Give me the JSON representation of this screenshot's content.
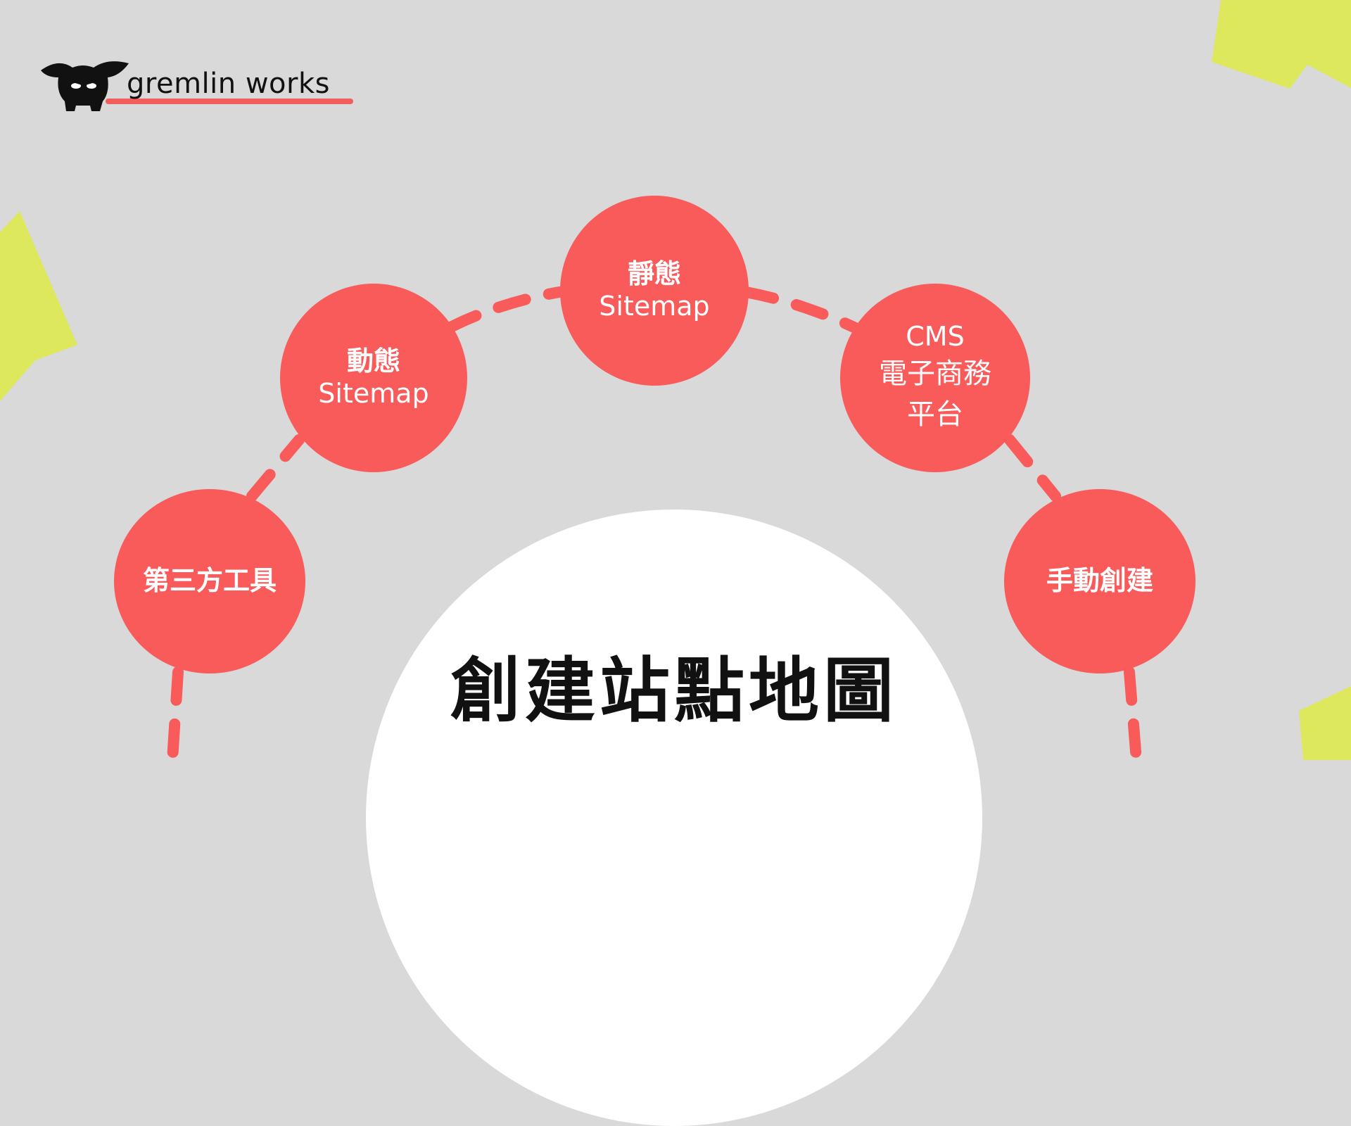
{
  "brand": {
    "name": "gremlin works"
  },
  "colors": {
    "background": "#d9d9d9",
    "node": "#f95a5a",
    "accent": "#dde85c",
    "hub": "#ffffff",
    "text_dark": "#111111"
  },
  "nodes": [
    {
      "id": "third-party-tools",
      "lines": [
        "第三方工具"
      ]
    },
    {
      "id": "dynamic-sitemap",
      "lines": [
        "動態",
        "Sitemap"
      ]
    },
    {
      "id": "static-sitemap",
      "lines": [
        "靜態",
        "Sitemap"
      ]
    },
    {
      "id": "cms-platform",
      "lines": [
        "CMS",
        "電子商務",
        "平台"
      ]
    },
    {
      "id": "manual-creation",
      "lines": [
        "手動創建"
      ]
    }
  ],
  "title": "創建站點地圖"
}
